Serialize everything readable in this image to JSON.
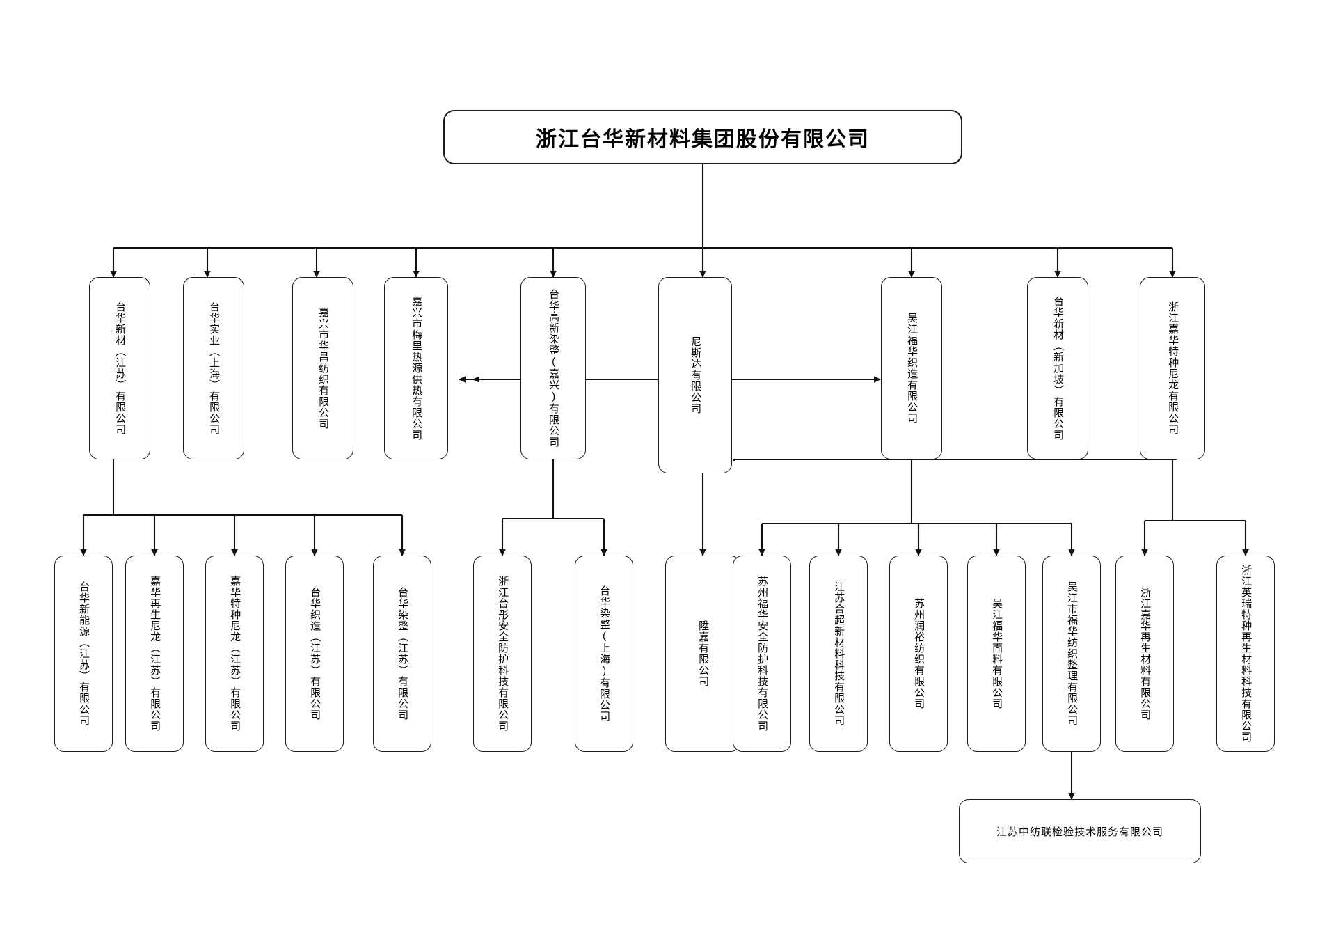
{
  "diagram": {
    "type": "organization-chart",
    "title": "浙江台华新材料集团股份有限公司",
    "colors": {
      "border": "#1a1a1a",
      "background": "#ffffff",
      "text": "#000000"
    },
    "root": {
      "label": "浙江台华新材料集团股份有限公司"
    },
    "level1": [
      {
        "id": "l1-0",
        "label": "台华新材（江苏）有限公司"
      },
      {
        "id": "l1-1",
        "label": "台华实业（上海）有限公司"
      },
      {
        "id": "l1-2",
        "label": "嘉兴市华昌纺织有限公司"
      },
      {
        "id": "l1-3",
        "label": "嘉兴市梅里热源供热有限公司"
      },
      {
        "id": "l1-4",
        "label": "台华高新染整(嘉兴)有限公司"
      },
      {
        "id": "l1-5",
        "label": "尼斯达有限公司"
      },
      {
        "id": "l1-6",
        "label": "吴江福华织造有限公司"
      },
      {
        "id": "l1-7",
        "label": "台华新材（新加坡）有限公司"
      },
      {
        "id": "l1-8",
        "label": "浙江嘉华特种尼龙有限公司"
      }
    ],
    "level2": [
      {
        "id": "l2-0",
        "label": "台华新能源（江苏）有限公司"
      },
      {
        "id": "l2-1",
        "label": "嘉华再生尼龙（江苏）有限公司"
      },
      {
        "id": "l2-2",
        "label": "嘉华特种尼龙（江苏）有限公司"
      },
      {
        "id": "l2-3",
        "label": "台华织造（江苏）有限公司"
      },
      {
        "id": "l2-4",
        "label": "台华染整（江苏）有限公司"
      },
      {
        "id": "l2-5",
        "label": "浙江台彤安全防护科技有限公司"
      },
      {
        "id": "l2-6",
        "label": "台华染整(上海)有限公司"
      },
      {
        "id": "l2-7",
        "label": "陞嘉有限公司"
      },
      {
        "id": "l2-8",
        "label": "苏州福华安全防护科技有限公司"
      },
      {
        "id": "l2-9",
        "label": "江苏合超新材料科技有限公司"
      },
      {
        "id": "l2-10",
        "label": "苏州润裕纺织有限公司"
      },
      {
        "id": "l2-11",
        "label": "吴江福华面料有限公司"
      },
      {
        "id": "l2-12",
        "label": "吴江市福华纺织整理有限公司"
      },
      {
        "id": "l2-13",
        "label": "浙江嘉华再生材料有限公司"
      },
      {
        "id": "l2-14",
        "label": "浙江英瑞特种再生材料科技有限公司"
      }
    ],
    "level3": [
      {
        "id": "l3-0",
        "label": "江苏中纺联检验技术服务有限公司"
      }
    ]
  }
}
